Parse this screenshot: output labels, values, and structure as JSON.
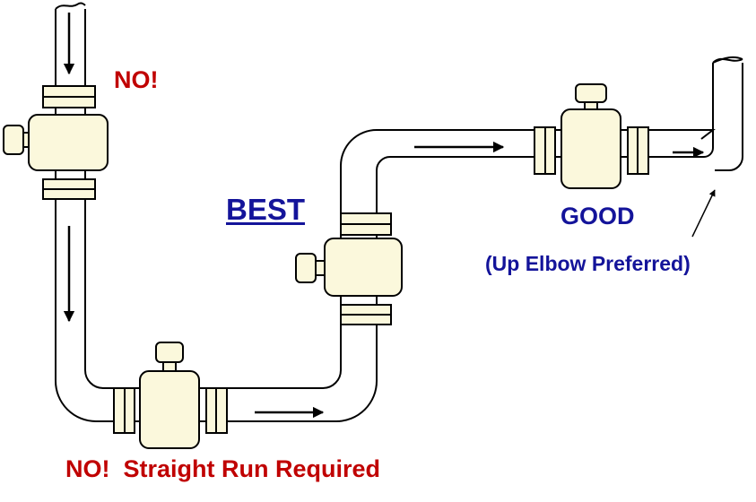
{
  "labels": {
    "no_top": "NO!",
    "best": "BEST",
    "good": "GOOD",
    "elbow_note": "(Up Elbow Preferred)",
    "no_bottom": "NO!  Straight Run Required"
  },
  "colors": {
    "warning": "#c00000",
    "recommended": "#14149a",
    "meter_fill": "#fbf8dc",
    "line": "#000000"
  }
}
